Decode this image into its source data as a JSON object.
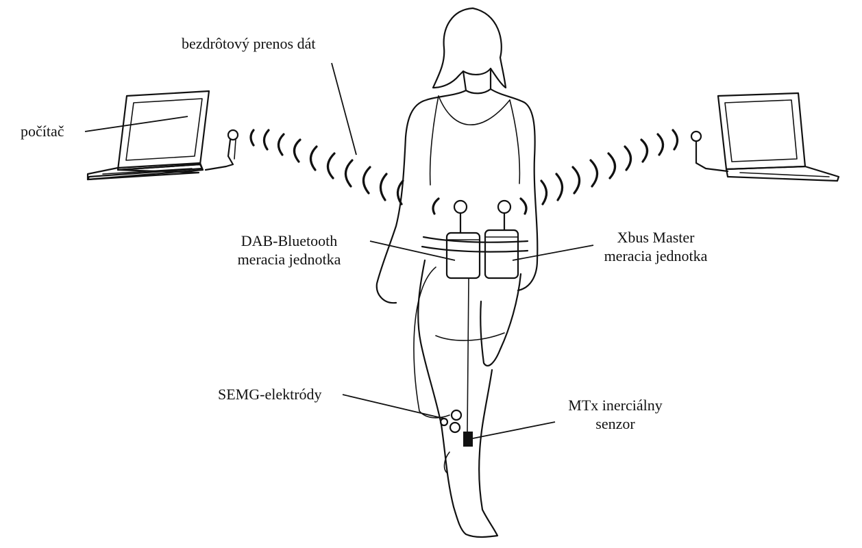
{
  "labels": {
    "wireless": "bezdrôtový prenos dát",
    "computer": "počítač",
    "dab_line1": "DAB-Bluetooth",
    "dab_line2": "meracia jednotka",
    "xbus_line1": "Xbus Master",
    "xbus_line2": "meracia jednotka",
    "semg": "SEMG-elektródy",
    "mtx_line1": "MTx inerciálny",
    "mtx_line2": "senzor"
  },
  "colors": {
    "ink": "#111111",
    "background": "#ffffff"
  },
  "icons": [
    "laptop-icon",
    "antenna-icon",
    "wireless-wave-icon",
    "measurement-unit-icon",
    "electrode-icon",
    "inertial-sensor-icon"
  ]
}
